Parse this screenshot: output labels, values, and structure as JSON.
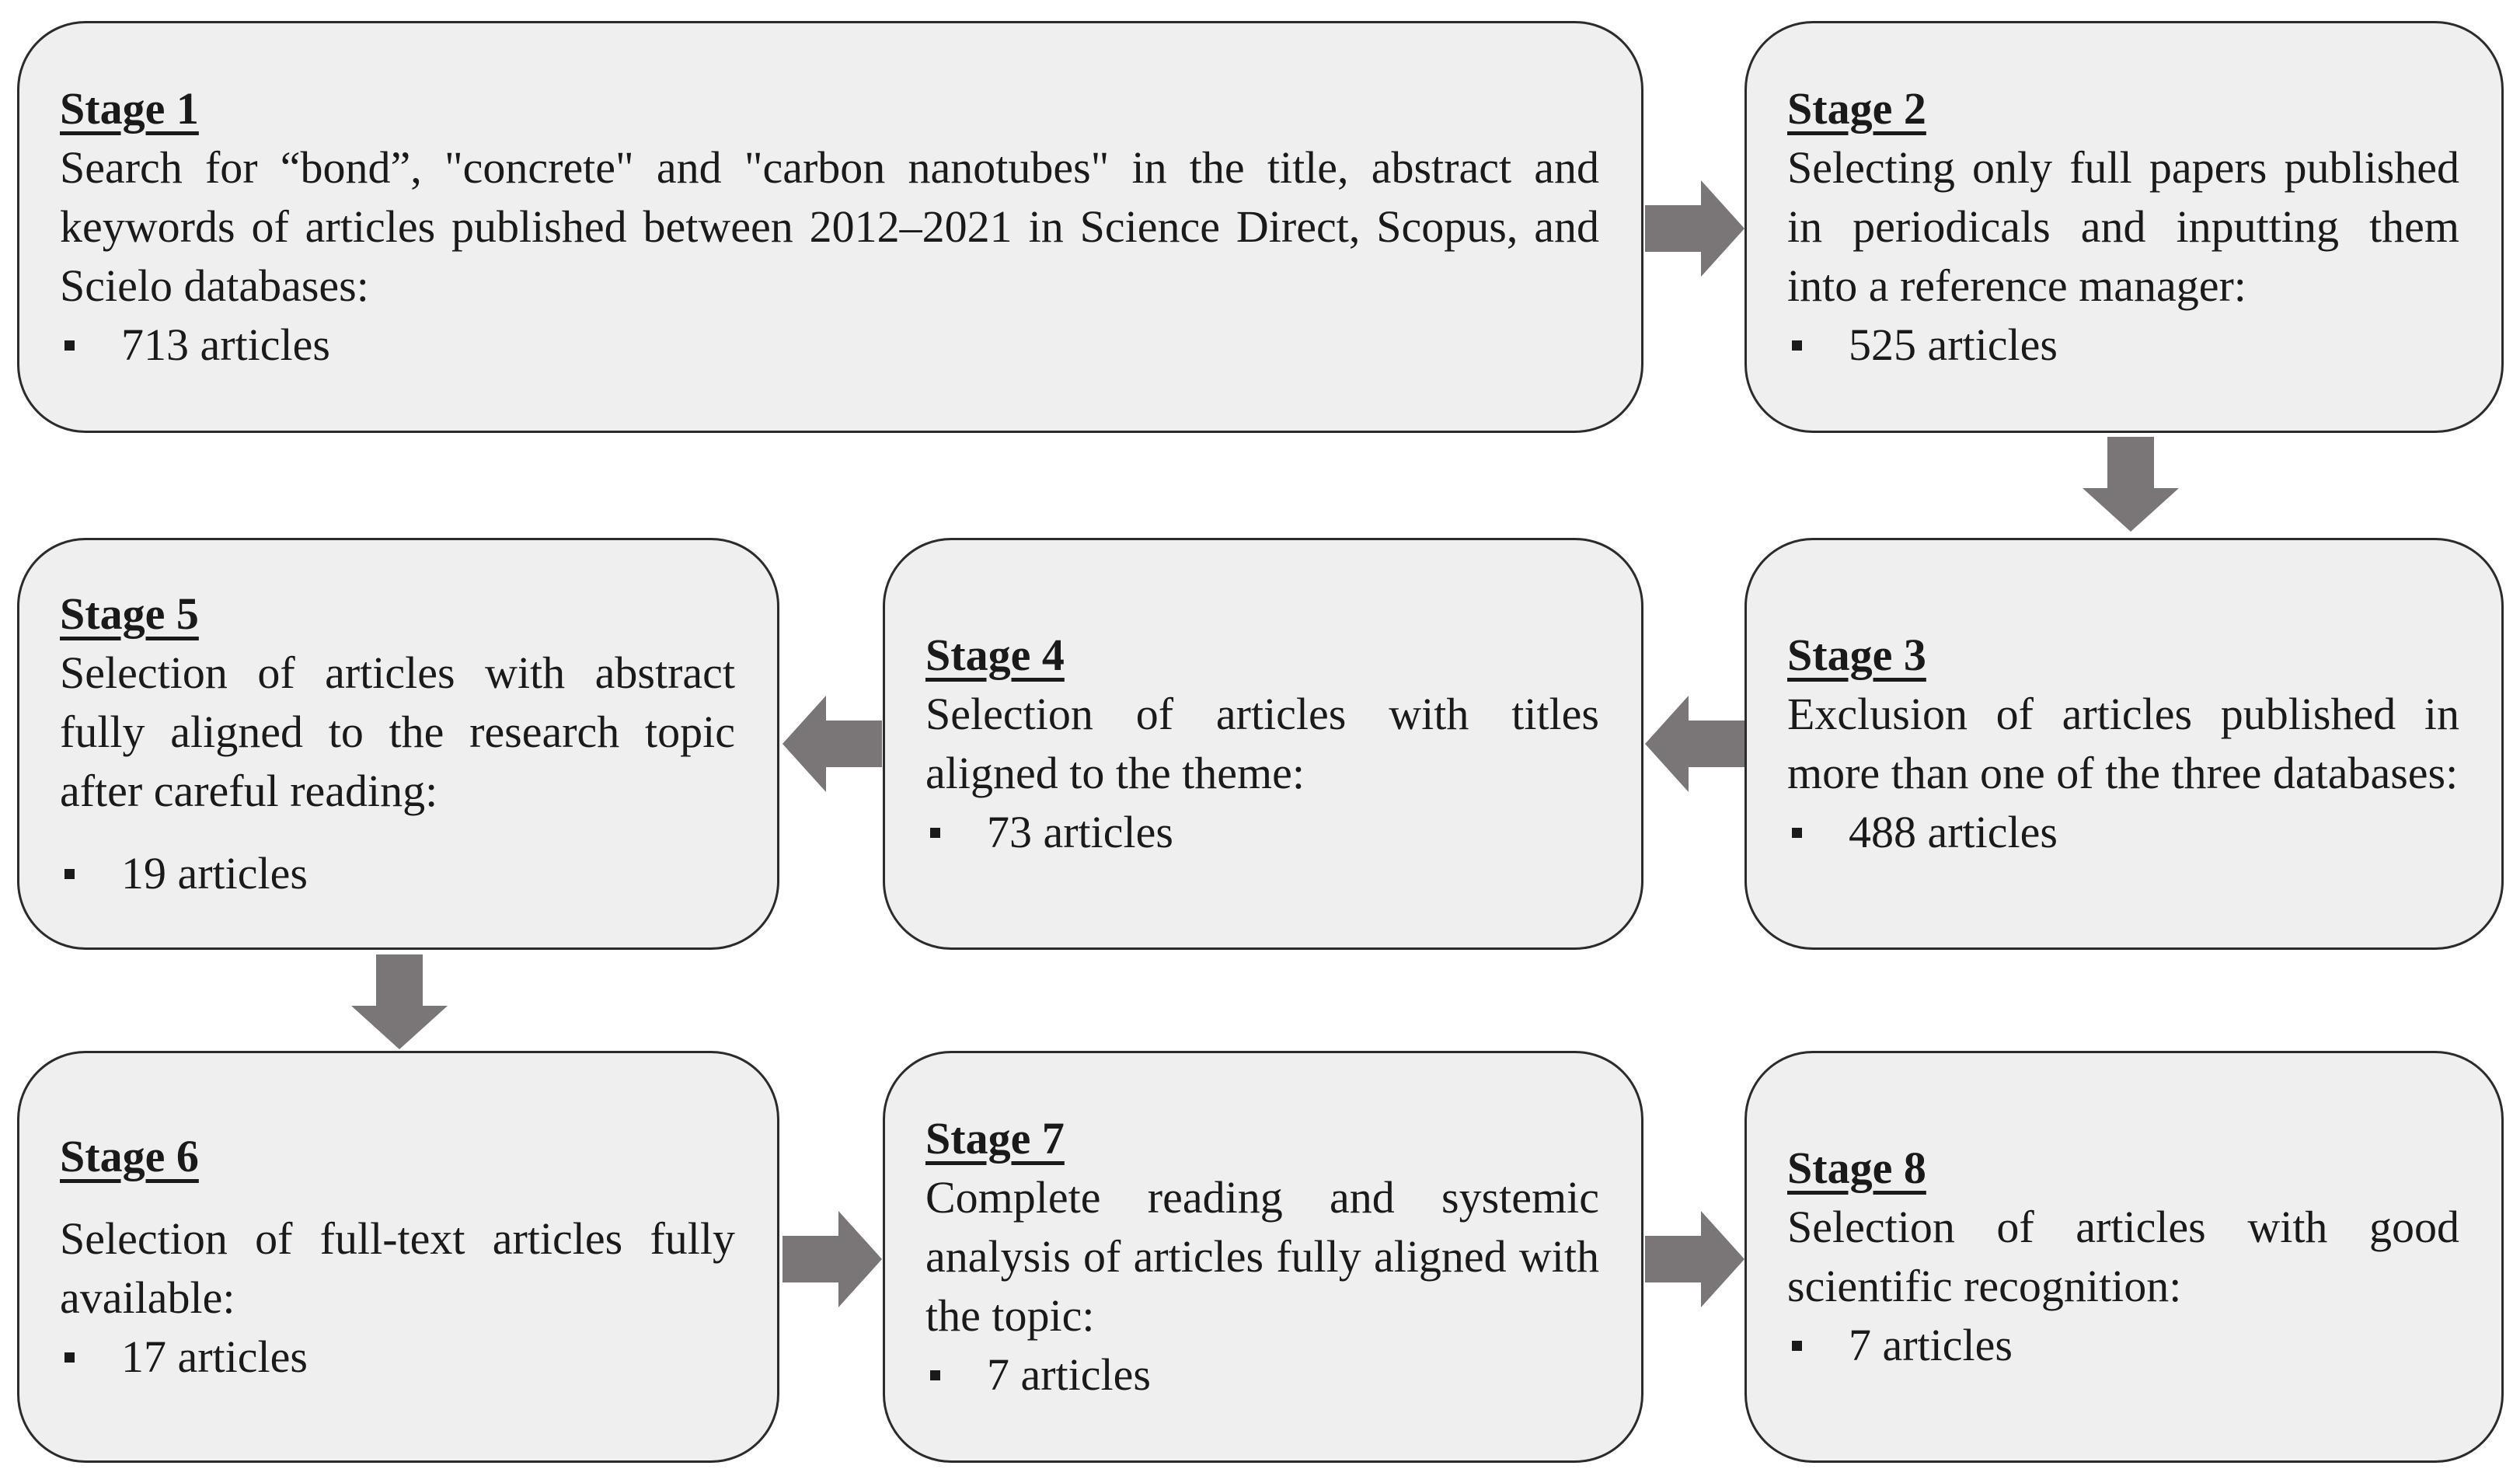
{
  "stages": [
    {
      "title": "Stage 1",
      "description": "Search for “bond”, \"concrete\" and \"carbon nanotubes\" in the title, abstract and keywords of articles published between 2012–2021 in Science Direct, Scopus, and Scielo databases:",
      "count": "713 articles"
    },
    {
      "title": "Stage 2",
      "description": "Selecting only full papers published in periodicals and inputting them into a reference manager:",
      "count": "525 articles"
    },
    {
      "title": "Stage 3",
      "description": "Exclusion of articles published in more than one of the three databases:",
      "count": "488 articles"
    },
    {
      "title": "Stage 4",
      "description": "Selection of articles with titles aligned to the theme:",
      "count": "73 articles"
    },
    {
      "title": "Stage 5",
      "description": "Selection of articles with abstract fully aligned to the research topic after careful reading:",
      "count": "19 articles"
    },
    {
      "title": "Stage 6",
      "description": "Selection of full-text articles fully available:",
      "count": "17 articles"
    },
    {
      "title": "Stage 7",
      "description": "Complete reading and systemic analysis of articles fully aligned with the topic:",
      "count": "7 articles"
    },
    {
      "title": "Stage 8",
      "description": "Selection of articles with good scientific recognition:",
      "count": "7 articles"
    }
  ],
  "colors": {
    "box_fill": "#efefef",
    "box_border": "#2b2b2b",
    "arrow": "#7a7677",
    "text": "#1a1a1a"
  },
  "icons": {
    "bullet": "square-bullet-icon",
    "arrow": "block-arrow-icon"
  }
}
